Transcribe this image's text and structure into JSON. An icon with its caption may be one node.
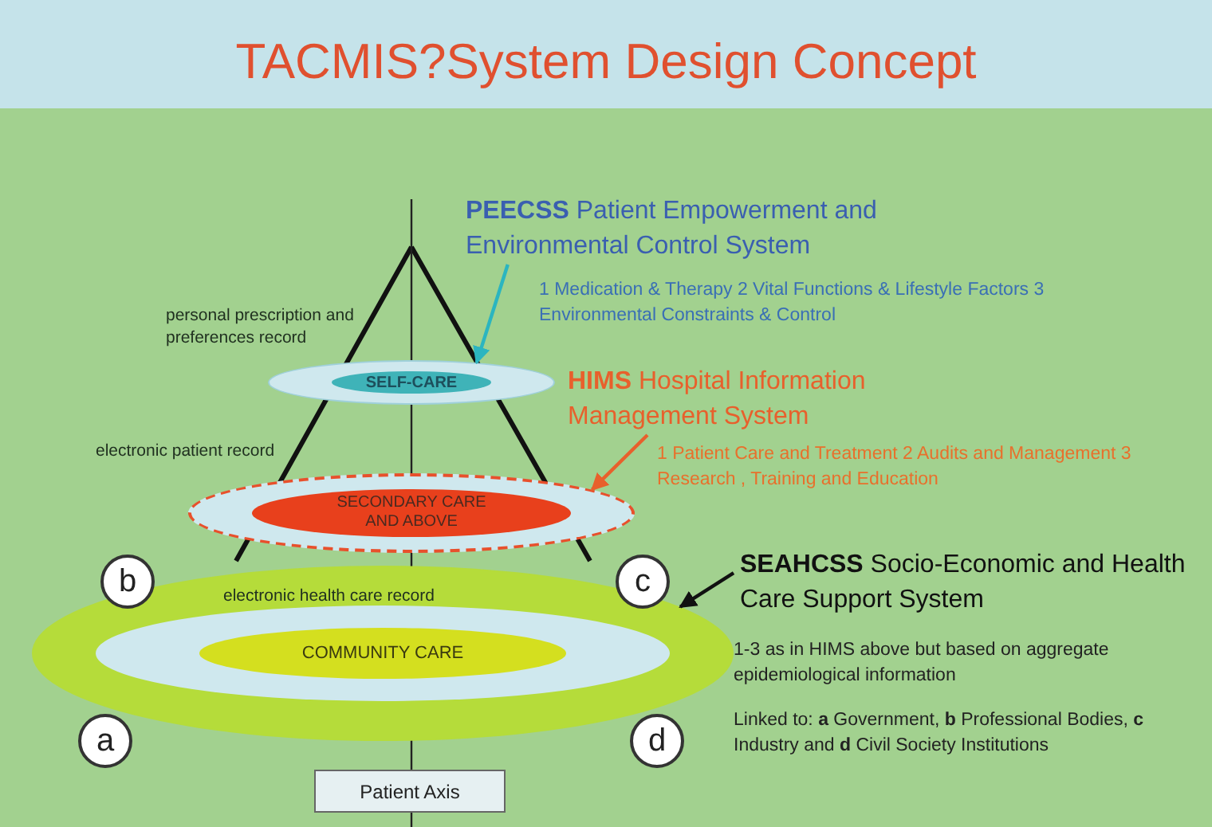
{
  "diagram": {
    "title": "TACMIS?System Design Concept",
    "nodes": [
      {
        "text": [
          "**PEECSS** Patient Empowerment and Environmental Control System"
        ],
        "beside": [
          "1 Medication & Therapy 2 Vital Functions & Lifestyle Factors 3 Environmental Constraints & Control"
        ]
      },
      {
        "text": [
          "SELF-CARE"
        ]
      },
      {
        "text": [
          "**HIMS** Hospital Information Management System"
        ],
        "beside": [
          "1 Patient Care and Treatment 2 Audits and Management 3 Research , Training and Education"
        ]
      },
      {
        "text": [
          "SECONDARY CARE AND ABOVE"
        ]
      },
      {
        "text": [
          "b"
        ]
      },
      {
        "text": [
          "c"
        ]
      },
      {
        "text": [
          "**SEAHCSS** Socio-Economic and Health Care Support System",
          "1-3 as in HIMS above but based on aggregate epidemiological information",
          "Linked to: **a** Government, **b** Professional Bodies, **c** Industry and **d** Civil Society Institutions"
        ]
      },
      {
        "text": [
          "COMMUNITY CARE"
        ]
      },
      {
        "text": [
          "a"
        ]
      },
      {
        "text": [
          "d"
        ]
      },
      {
        "text": [
          "Patient Axis"
        ]
      }
    ],
    "edges": [
      {
        "from": 0,
        "to": 1,
        "arrow": "to",
        "color": "#2bb5c0"
      },
      {
        "from": 2,
        "to": 3,
        "arrow": "to",
        "color": "#e8602c"
      },
      {
        "from": 6,
        "to": 7,
        "arrow": "to",
        "color": "#111111"
      }
    ],
    "labels": [
      "personal prescription and preferences record",
      "electronic patient record",
      "electronic health care record"
    ]
  }
}
